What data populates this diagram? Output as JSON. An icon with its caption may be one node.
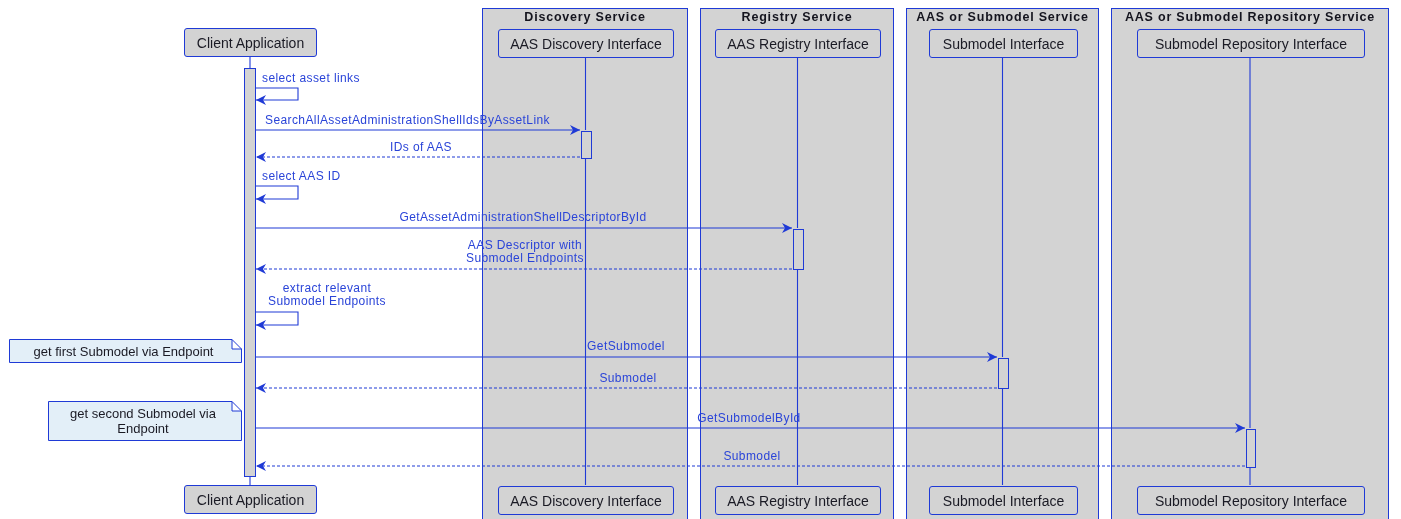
{
  "diagram": {
    "nodes": [
      {
        "text": [
          "Client Application"
        ]
      },
      {
        "text": [
          "Discovery Service"
        ]
      },
      {
        "text": [
          "AAS Discovery Interface"
        ],
        "in": 1
      },
      {
        "text": [
          "Registry Service"
        ]
      },
      {
        "text": [
          "AAS Registry Interface"
        ],
        "in": 3
      },
      {
        "text": [
          "AAS or Submodel Service"
        ]
      },
      {
        "text": [
          "Submodel Interface"
        ],
        "in": 5
      },
      {
        "text": [
          "AAS or Submodel Repository Service"
        ]
      },
      {
        "text": [
          "Submodel Repository Interface"
        ],
        "in": 7
      },
      {
        "text": [],
        "shape": "bar"
      },
      {
        "text": [],
        "shape": "bar",
        "in": 1
      },
      {
        "text": [],
        "shape": "bar",
        "in": 3
      },
      {
        "text": [
          "get first Submodel via Endpoint"
        ]
      },
      {
        "text": [],
        "shape": "bar",
        "in": 5
      },
      {
        "text": [
          "get second Submodel via Endpoint"
        ]
      },
      {
        "text": [],
        "shape": "bar",
        "in": 7
      },
      {
        "text": [
          "Client Application"
        ]
      },
      {
        "text": [
          "AAS Discovery Interface"
        ],
        "in": 1
      },
      {
        "text": [
          "AAS Registry Interface"
        ],
        "in": 3
      },
      {
        "text": [
          "Submodel Interface"
        ],
        "in": 5
      },
      {
        "text": [
          "Submodel Repository Interface"
        ],
        "in": 7
      }
    ],
    "edges": [
      {
        "from": 0,
        "to": 9,
        "arrow": "none"
      },
      {
        "from": 9,
        "to": 16,
        "arrow": "none"
      },
      {
        "from": 2,
        "to": 10,
        "arrow": "none"
      },
      {
        "from": 10,
        "to": 17,
        "arrow": "none"
      },
      {
        "from": 4,
        "to": 11,
        "arrow": "none"
      },
      {
        "from": 11,
        "to": 18,
        "arrow": "none"
      },
      {
        "from": 6,
        "to": 13,
        "arrow": "none"
      },
      {
        "from": 13,
        "to": 19,
        "arrow": "none"
      },
      {
        "from": 8,
        "to": 15,
        "arrow": "none"
      },
      {
        "from": 15,
        "to": 20,
        "arrow": "none"
      },
      {
        "from": 9,
        "to": 9,
        "arrow": "to",
        "label": "select asset links"
      },
      {
        "from": 9,
        "to": 10,
        "arrow": "to",
        "label": "SearchAllAssetAdministrationShellIdsByAssetLink"
      },
      {
        "from": 10,
        "to": 9,
        "arrow": "to",
        "label": "IDs of AAS",
        "style": "dashed"
      },
      {
        "from": 9,
        "to": 9,
        "arrow": "to",
        "label": "select AAS ID"
      },
      {
        "from": 9,
        "to": 11,
        "arrow": "to",
        "label": "GetAssetAdministrationShellDescriptorById"
      },
      {
        "from": 11,
        "to": 9,
        "arrow": "to",
        "label": "AAS Descriptor with Submodel Endpoints",
        "style": "dashed"
      },
      {
        "from": 9,
        "to": 9,
        "arrow": "to",
        "label": "extract relevant Submodel Endpoints"
      },
      {
        "from": 9,
        "to": 13,
        "arrow": "to",
        "label": "GetSubmodel"
      },
      {
        "from": 13,
        "to": 9,
        "arrow": "to",
        "label": "Submodel",
        "style": "dashed"
      },
      {
        "from": 9,
        "to": 15,
        "arrow": "to",
        "label": "GetSubmodelById"
      },
      {
        "from": 15,
        "to": 9,
        "arrow": "to",
        "label": "Submodel",
        "style": "dashed"
      }
    ]
  }
}
